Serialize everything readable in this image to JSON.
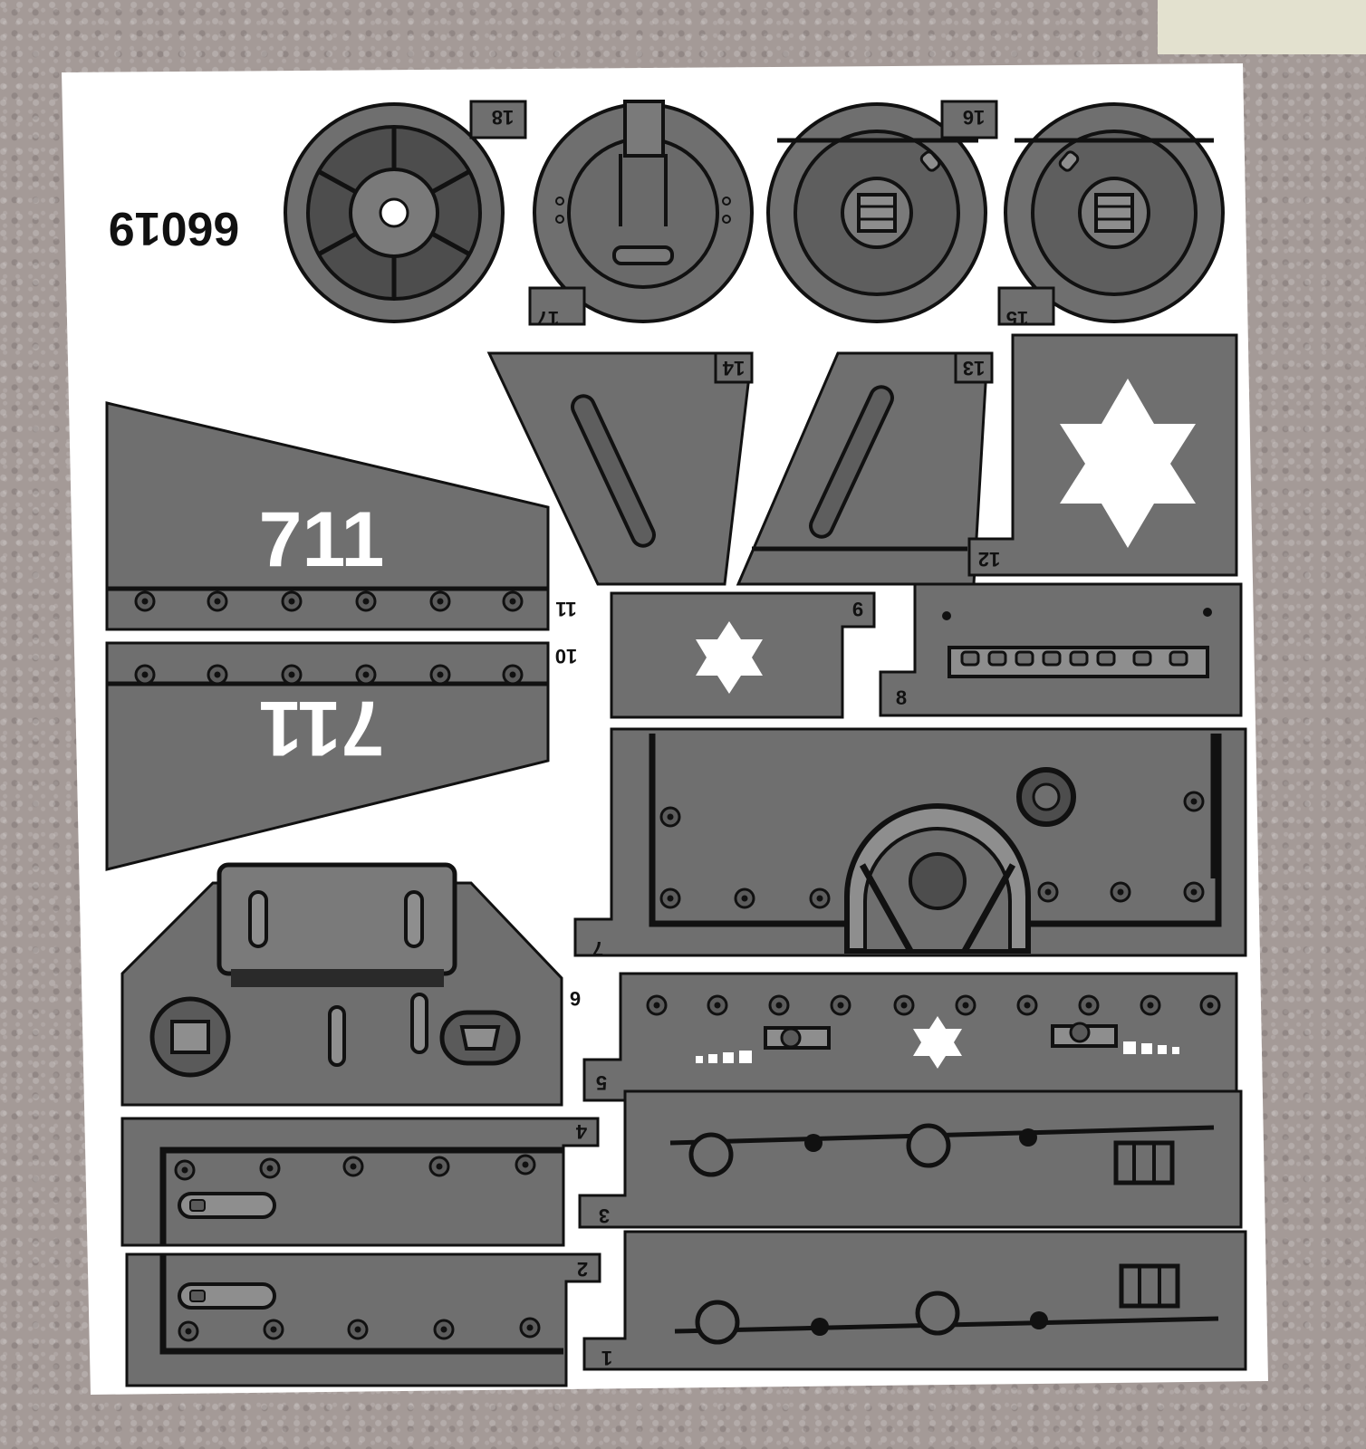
{
  "sheet": {
    "code": "66019",
    "colors": {
      "background": "#a49a97",
      "sheet": "#ffffff",
      "decal_gray": "#6f6f6f",
      "dark_gray": "#4a4a4a",
      "mid_gray": "#8e8e8e",
      "outline": "#111111",
      "marking": "#ffffff"
    }
  },
  "parts": {
    "p1": "1",
    "p2": "2",
    "p3": "3",
    "p4": "4",
    "p5": "5",
    "p6": "6",
    "p7": "7",
    "p8": "8",
    "p9": "9",
    "p10": "10",
    "p11": "11",
    "p12": "12",
    "p13": "13",
    "p14": "14",
    "p15": "15",
    "p16": "16",
    "p17": "17",
    "p18": "18"
  },
  "markings": {
    "number_upper": "711",
    "number_lower": "711",
    "star_icon": "star-of-david-icon"
  }
}
